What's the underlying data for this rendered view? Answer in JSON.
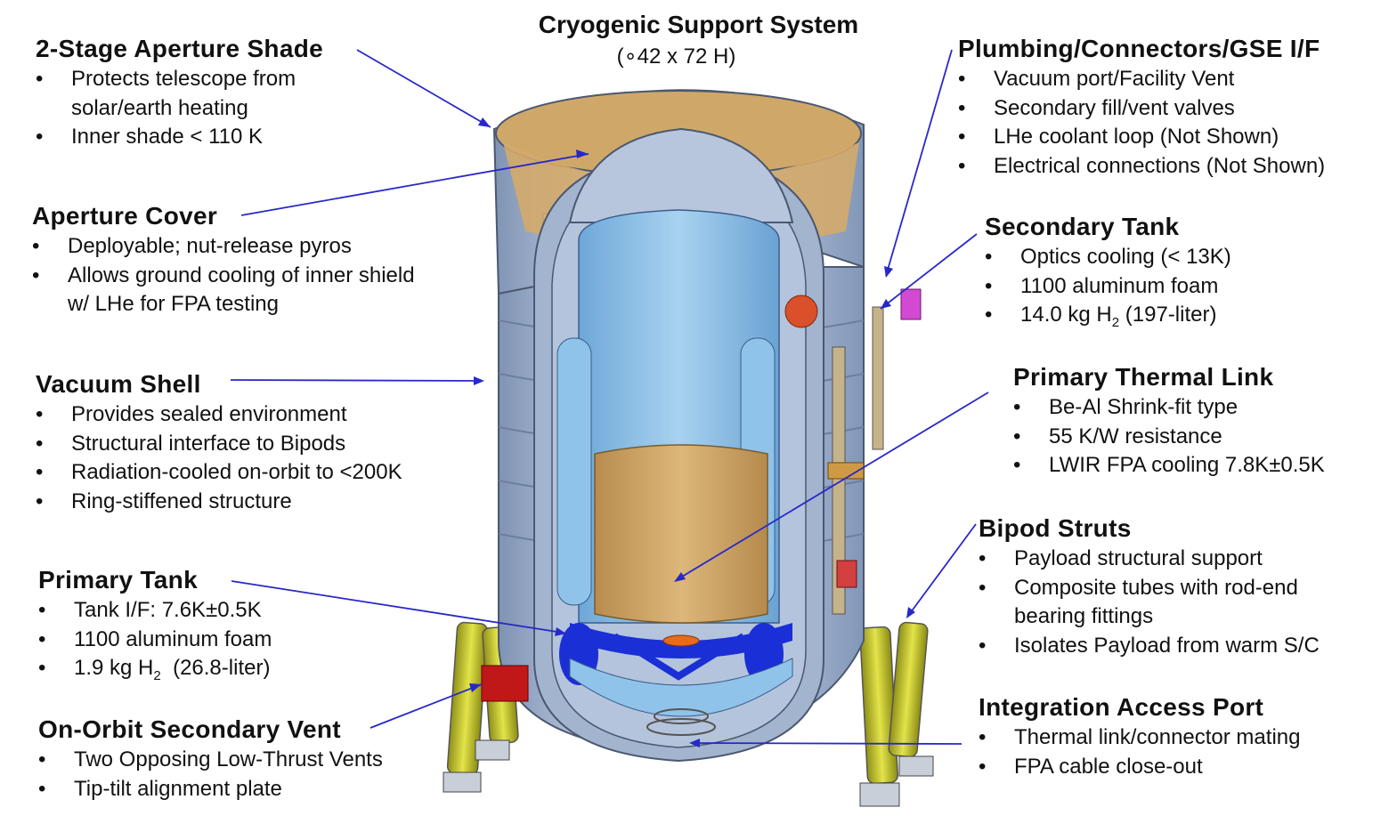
{
  "title": "Cryogenic Support System",
  "subtitle": "(∘42 x 72 H)",
  "callouts": {
    "aperture_shade": {
      "heading": "2-Stage Aperture Shade",
      "items": [
        "Protects telescope from solar/earth heating",
        "Inner shade < 110 K"
      ]
    },
    "aperture_cover": {
      "heading": "Aperture Cover",
      "items": [
        "Deployable; nut-release pyros",
        "Allows ground cooling of inner shield w/ LHe for FPA testing"
      ]
    },
    "vacuum_shell": {
      "heading": "Vacuum Shell",
      "items": [
        "Provides sealed environment",
        "Structural interface to Bipods",
        "Radiation-cooled on-orbit to <200K",
        "Ring-stiffened structure"
      ]
    },
    "primary_tank": {
      "heading": "Primary Tank",
      "items": [
        "Tank I/F: 7.6K±0.5K",
        "1100 aluminum foam",
        "1.9 kg H",
        "2",
        "(26.8-liter)"
      ]
    },
    "secondary_vent": {
      "heading": "On-Orbit Secondary Vent",
      "items": [
        "Two Opposing Low-Thrust Vents",
        "Tip-tilt alignment plate"
      ]
    },
    "plumbing": {
      "heading": "Plumbing/Connectors/GSE I/F",
      "items": [
        "Vacuum port/Facility Vent",
        "Secondary fill/vent valves",
        "LHe coolant loop (Not Shown)",
        "Electrical connections (Not Shown)"
      ]
    },
    "secondary_tank": {
      "heading": "Secondary Tank",
      "items": [
        "Optics cooling (< 13K)",
        "1100 aluminum foam",
        "14.0 kg H",
        "2",
        "(197-liter)"
      ]
    },
    "thermal_link": {
      "heading": "Primary Thermal Link",
      "items": [
        "Be-Al Shrink-fit type",
        "55 K/W resistance",
        "LWIR FPA cooling 7.8K±0.5K"
      ]
    },
    "bipod": {
      "heading": "Bipod Struts",
      "items": [
        "Payload structural support",
        "Composite tubes with rod-end bearing fittings",
        "Isolates Payload from warm S/C"
      ]
    },
    "access_port": {
      "heading": "Integration Access Port",
      "items": [
        "Thermal link/connector mating",
        "FPA cable close-out"
      ]
    }
  },
  "colors": {
    "leader": "#2828c8",
    "shell": "#a9bbd6",
    "gold": "#d4aa6a",
    "tank": "#8fc3ea",
    "strut": "#d8d83a",
    "vent": "#c01818",
    "blue": "#1a2fd6"
  }
}
